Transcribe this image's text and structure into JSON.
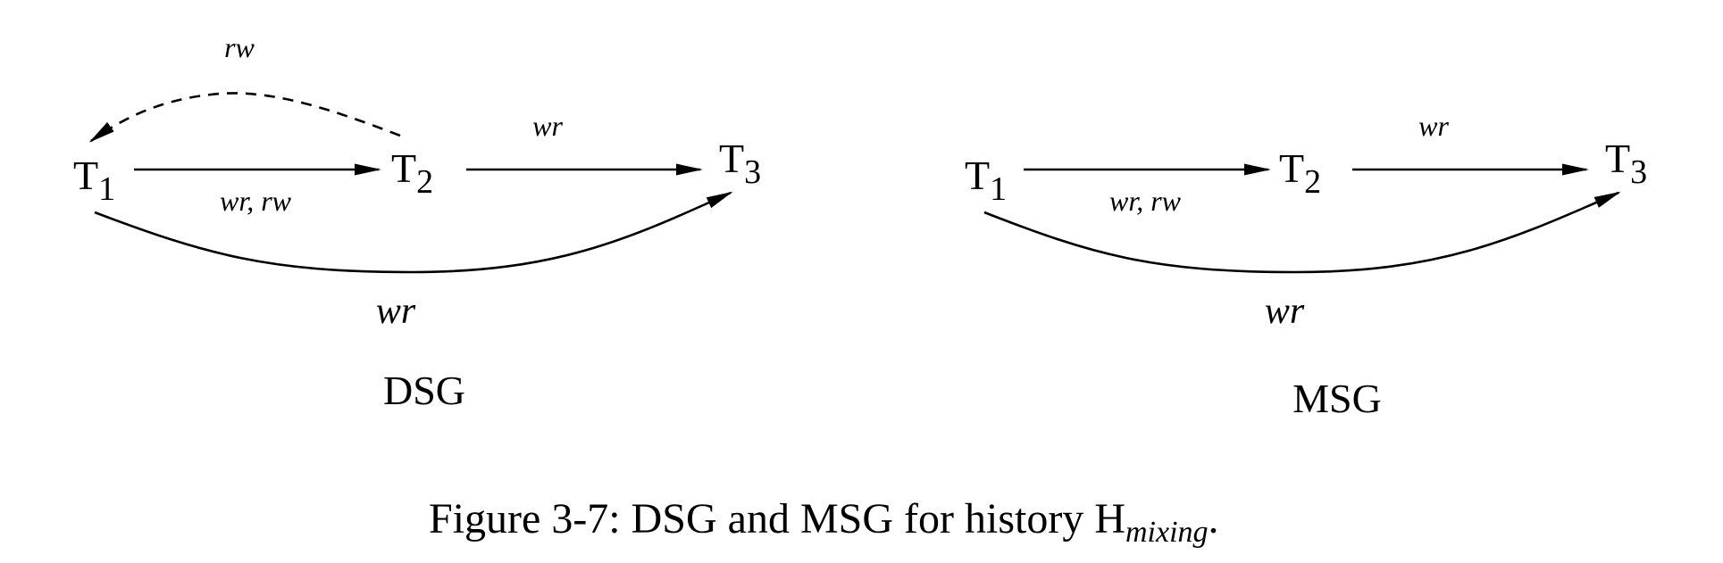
{
  "graphs": [
    {
      "title": "DSG",
      "nodes": [
        {
          "id": "T1",
          "base": "T",
          "sub": "1"
        },
        {
          "id": "T2",
          "base": "T",
          "sub": "2"
        },
        {
          "id": "T3",
          "base": "T",
          "sub": "3"
        }
      ],
      "edges": [
        {
          "from": "T1",
          "to": "T2",
          "label": "wr, rw",
          "style": "solid"
        },
        {
          "from": "T2",
          "to": "T1",
          "label": "rw",
          "style": "dashed"
        },
        {
          "from": "T2",
          "to": "T3",
          "label": "wr",
          "style": "solid"
        },
        {
          "from": "T1",
          "to": "T3",
          "label": "wr",
          "style": "solid"
        }
      ]
    },
    {
      "title": "MSG",
      "nodes": [
        {
          "id": "T1",
          "base": "T",
          "sub": "1"
        },
        {
          "id": "T2",
          "base": "T",
          "sub": "2"
        },
        {
          "id": "T3",
          "base": "T",
          "sub": "3"
        }
      ],
      "edges": [
        {
          "from": "T1",
          "to": "T2",
          "label": "wr, rw",
          "style": "solid"
        },
        {
          "from": "T2",
          "to": "T3",
          "label": "wr",
          "style": "solid"
        },
        {
          "from": "T1",
          "to": "T3",
          "label": "wr",
          "style": "solid"
        }
      ]
    }
  ],
  "caption": {
    "text": "Figure 3-7: DSG and MSG for history H",
    "subscript": "mixing",
    "suffix": "."
  }
}
